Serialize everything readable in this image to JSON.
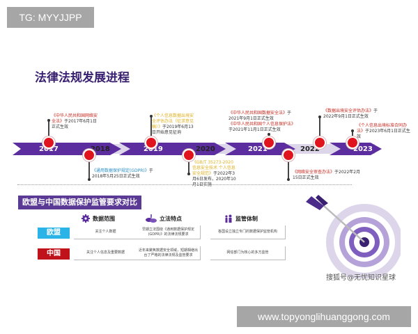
{
  "watermarks": {
    "top_left": "TG: MYYJJPP",
    "bottom_right": "www.topyonglihuanggong.com",
    "target_caption": "搜狐号@无忧知识星球"
  },
  "title": "法律法规发展进程",
  "colors": {
    "purple_dark": "#5b2d9e",
    "purple_light": "#ddd6ea",
    "title": "#3a2070",
    "dot_red": "#e0141e",
    "eu_blue": "#2ab3e6",
    "cn_red": "#c0121b",
    "highlight_red": "#c8281e",
    "highlight_yellow": "#e0b020"
  },
  "timeline": {
    "years": [
      "2017",
      "2018",
      "2019",
      "2020",
      "2021",
      "2022",
      "2023"
    ],
    "events": [
      {
        "year": "2017",
        "position": "above",
        "law": "《中华人民共和国网络安全法》",
        "text": "于2017年6月1日正式生效"
      },
      {
        "year": "2018",
        "position": "below",
        "law": "《通用数据保护规定(GDPR)》",
        "text": "于2018年5月25日正式生效"
      },
      {
        "year": "2019",
        "position": "above",
        "law": "《个人信息数据出境安全评估办法（征求意见稿）》",
        "text": "于2019年6月13日开始意见征询"
      },
      {
        "year": "2020",
        "position": "below",
        "law": "《GB/T 35273-2020 信息安全技术 个人信息安全规范》",
        "text": "于2022年3月6日发布，2020年10月1日实施"
      },
      {
        "year": "2021",
        "position": "above",
        "law": "《中华人民共和国数据安全法》",
        "text": "于2021年9月1日正式生效",
        "law2": "《中华人民共和国个人信息保护法》",
        "text2": "于2021年11月1日正式生效"
      },
      {
        "year": "2022",
        "position": "below",
        "law": "《网络安全审查办法》",
        "text": "于2022年2月15日正式生效"
      },
      {
        "year": "2022",
        "position": "above",
        "law": "《数据出境安全评估办法》",
        "text": "于2022年9月1日正式生效"
      },
      {
        "year": "2023",
        "position": "above",
        "law": "《个人信息出境标准合同办法》",
        "text": "于2023年6月1日正式生效"
      }
    ]
  },
  "comparison": {
    "title": "欧盟与中国数据保护监管要求对比",
    "columns": [
      {
        "icon": "gear-icon",
        "label": "数据范围"
      },
      {
        "icon": "coins-icon",
        "label": "立法特点"
      },
      {
        "icon": "people-icon",
        "label": "监管体制"
      }
    ],
    "rows": [
      {
        "label": "欧盟",
        "cells": [
          "关注个人数据",
          "早期立法围绕《通用数据保护规定(GDPR)》的法律法规要求",
          "各国设立独立专门的数据保护监管机构"
        ]
      },
      {
        "label": "中国",
        "cells": [
          "关注个人信息及重要数据",
          "近年来聚焦数据安全领域，短期相继出台了严格的法律法规及监管要求",
          "网信部门为核心的多方监管"
        ]
      }
    ]
  }
}
